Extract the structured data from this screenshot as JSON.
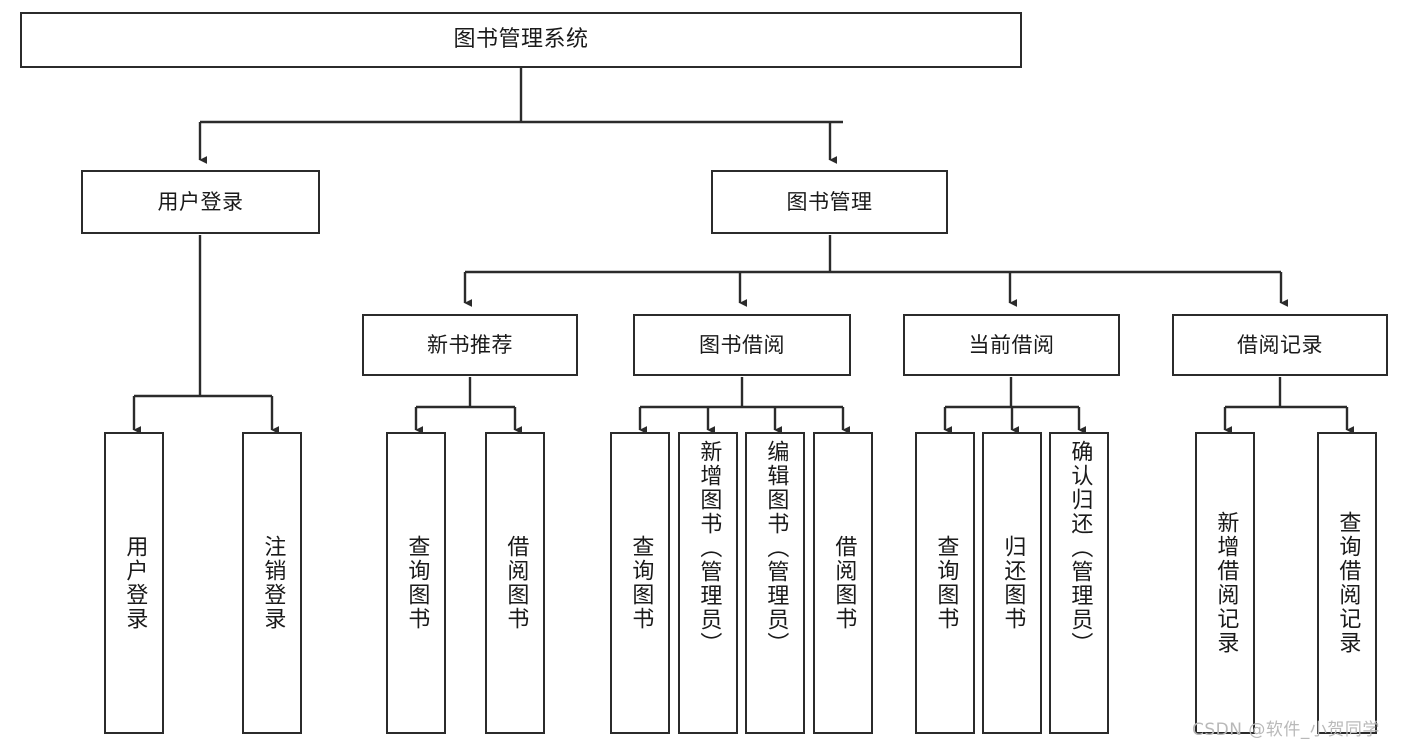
{
  "diagram": {
    "title": "图书管理系统",
    "type": "tree-hierarchy",
    "colors": {
      "box_border": "#2b2b2b",
      "box_fill": "#ffffff",
      "edge": "#2b2b2b",
      "text": "#1a1a1a",
      "watermark": "#b9b9b9",
      "background": "#ffffff"
    },
    "root": {
      "label": "图书管理系统"
    },
    "level2": [
      {
        "label": "用户登录"
      },
      {
        "label": "图书管理"
      }
    ],
    "level3": [
      {
        "label": "新书推荐"
      },
      {
        "label": "图书借阅"
      },
      {
        "label": "当前借阅"
      },
      {
        "label": "借阅记录"
      }
    ],
    "leaves": {
      "user_login": [
        {
          "label": "用户登录"
        },
        {
          "label": "注销登录"
        }
      ],
      "new_book_recommend": [
        {
          "label": "查询图书"
        },
        {
          "label": "借阅图书"
        }
      ],
      "book_borrow": [
        {
          "label": "查询图书"
        },
        {
          "label": "新增图书（管理员）"
        },
        {
          "label": "编辑图书（管理员）"
        },
        {
          "label": "借阅图书"
        }
      ],
      "current_borrow": [
        {
          "label": "查询图书"
        },
        {
          "label": "归还图书"
        },
        {
          "label": "确认归还（管理员）"
        }
      ],
      "borrow_record": [
        {
          "label": "新增借阅记录"
        },
        {
          "label": "查询借阅记录"
        }
      ]
    }
  },
  "watermark": {
    "text": "CSDN @软件_小贺同学"
  }
}
